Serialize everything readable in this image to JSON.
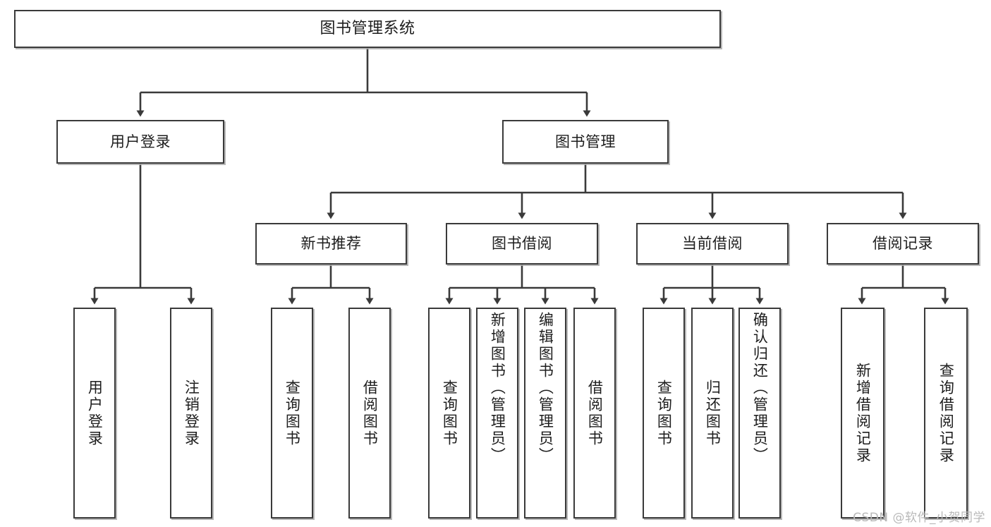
{
  "diagram": {
    "title": "图书管理系统",
    "type": "tree",
    "stroke_color": "#3a3a3a",
    "text_color": "#1d1d1d",
    "background": "#ffffff",
    "watermark": "CSDN @软件_小贺同学",
    "nodes": {
      "root": {
        "label": "图书管理系统"
      },
      "level2": [
        {
          "id": "user-login",
          "label": "用户登录"
        },
        {
          "id": "book-manage",
          "label": "图书管理"
        }
      ],
      "level3": [
        {
          "id": "new-book-rec",
          "label": "新书推荐"
        },
        {
          "id": "book-borrow",
          "label": "图书借阅"
        },
        {
          "id": "current-borrow",
          "label": "当前借阅"
        },
        {
          "id": "borrow-record",
          "label": "借阅记录"
        }
      ],
      "leaves": {
        "user_login": [
          {
            "id": "leaf-user-login",
            "label": "用户登录"
          },
          {
            "id": "leaf-logout",
            "label": "注销登录"
          }
        ],
        "new_book_rec": [
          {
            "id": "leaf-query-book-1",
            "label": "查询图书"
          },
          {
            "id": "leaf-borrow-book-1",
            "label": "借阅图书"
          }
        ],
        "book_borrow": [
          {
            "id": "leaf-query-book-2",
            "label": "查询图书"
          },
          {
            "id": "leaf-add-book",
            "label": "新增图书（管理员）"
          },
          {
            "id": "leaf-edit-book",
            "label": "编辑图书（管理员）"
          },
          {
            "id": "leaf-borrow-book-2",
            "label": "借阅图书"
          }
        ],
        "current_borrow": [
          {
            "id": "leaf-query-book-3",
            "label": "查询图书"
          },
          {
            "id": "leaf-return-book",
            "label": "归还图书"
          },
          {
            "id": "leaf-confirm-return",
            "label": "确认归还（管理员）"
          }
        ],
        "borrow_record": [
          {
            "id": "leaf-add-record",
            "label": "新增借阅记录"
          },
          {
            "id": "leaf-query-record",
            "label": "查询借阅记录"
          }
        ]
      }
    }
  }
}
